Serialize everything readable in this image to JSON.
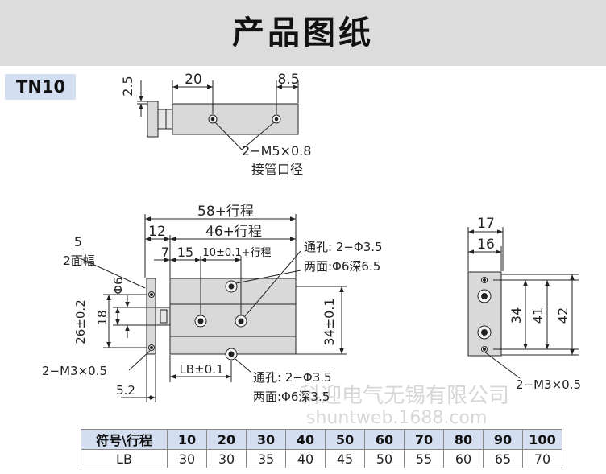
{
  "header": {
    "title": "产品图纸"
  },
  "model": "TN10",
  "top_view": {
    "dim_2_5": "2.5",
    "dim_20": "20",
    "dim_8_5": "8.5",
    "port_label": "2−M5×0.8",
    "port_desc": "接管口径"
  },
  "front_view": {
    "dim_58": "58+行程",
    "dim_12": "12",
    "dim_46": "46+行程",
    "dim_7": "7",
    "dim_15": "15",
    "dim_10": "10±0.1+行程",
    "dim_5": "5",
    "flats": "2面幅",
    "phi6": "Φ6",
    "dim_26": "26±0.2",
    "dim_18": "18",
    "dim_34": "34±0.1",
    "thread": "2−M3×0.5",
    "dim_lb": "LB±0.1",
    "dim_5_2": "5.2",
    "hole_top_1": "通孔: 2−Φ3.5",
    "hole_top_2": "两面:Φ6深6.5",
    "hole_bot_1": "通孔: 2−Φ3.5",
    "hole_bot_2": "两面:Φ6深3.5"
  },
  "side_view": {
    "dim_17": "17",
    "dim_16": "16",
    "dim_34": "34",
    "dim_41": "41",
    "dim_42": "42",
    "thread": "2−M3×0.5"
  },
  "watermark": {
    "line1": "科迎电气无锡有限公司",
    "line2": "shuntweb.1688.com"
  },
  "spec_table": {
    "header_label": "符号\\行程",
    "strokes": [
      "10",
      "20",
      "30",
      "40",
      "50",
      "60",
      "70",
      "80",
      "90",
      "100"
    ],
    "row_label": "LB",
    "lb_values": [
      "30",
      "30",
      "35",
      "40",
      "45",
      "50",
      "55",
      "60",
      "65",
      "70"
    ]
  }
}
